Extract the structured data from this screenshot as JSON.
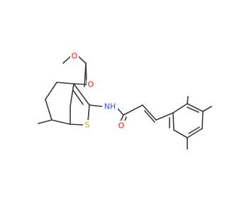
{
  "colors": {
    "bond": "#3a3a3a",
    "carbon": "#3a3a3a",
    "oxygen": "#ff0d0d",
    "nitrogen": "#3050f8",
    "sulfur": "#c8a800"
  },
  "atoms": {
    "ester_o_top": "O",
    "ester_o_single": "O",
    "nh": "NH",
    "thiophene_s": "S",
    "amide_o": "O"
  }
}
